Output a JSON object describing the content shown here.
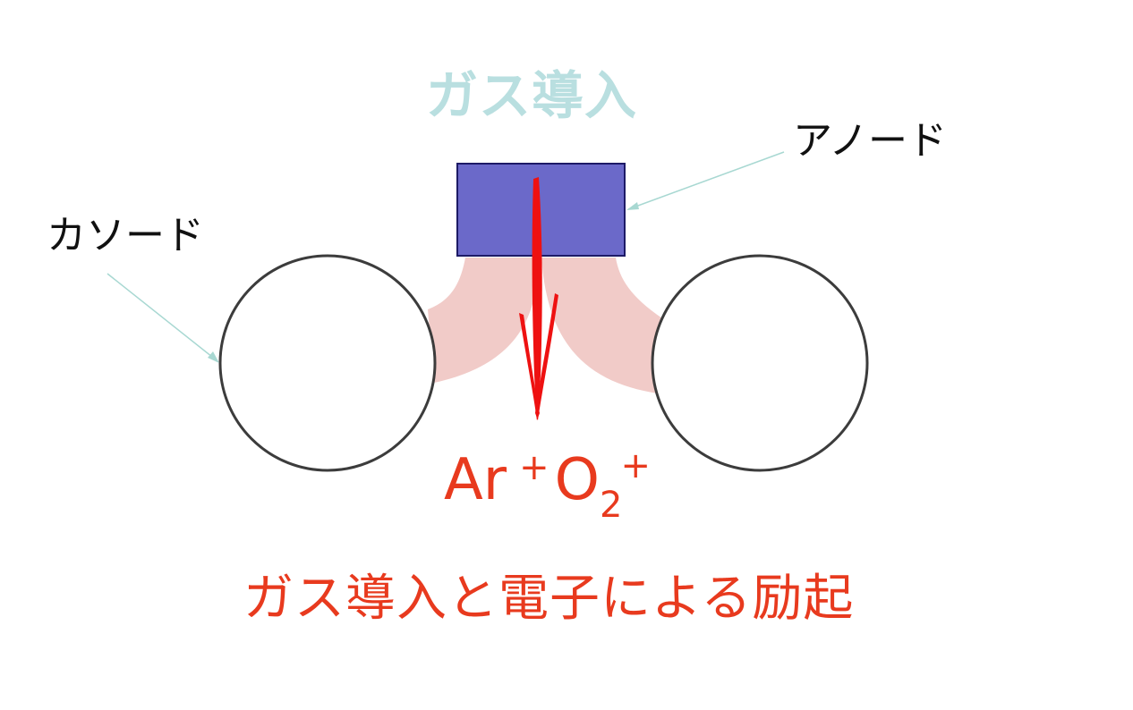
{
  "labels": {
    "gas_inlet": "ガス導入",
    "anode": "アノード",
    "cathode": "カソード",
    "ion_main": "Ar",
    "ion_plus1": "+",
    "ion_o": "O",
    "ion_sub": "2",
    "ion_plus2": "+",
    "caption": "ガス導入と電子による励起"
  },
  "colors": {
    "gas_inlet_text": "#b9dfe0",
    "anode_fill": "#6b69c9",
    "anode_stroke": "#1d1a66",
    "cathode_stroke": "#3c3c3c",
    "plasma": "#f1cbc8",
    "arrow": "#ee1111",
    "ion_text": "#e83a1e",
    "caption_text": "#e83a1e",
    "label_text": "#111111",
    "leader_line": "#a8d8d2"
  },
  "icons": {
    "arrow": "down-arrow-icon"
  }
}
